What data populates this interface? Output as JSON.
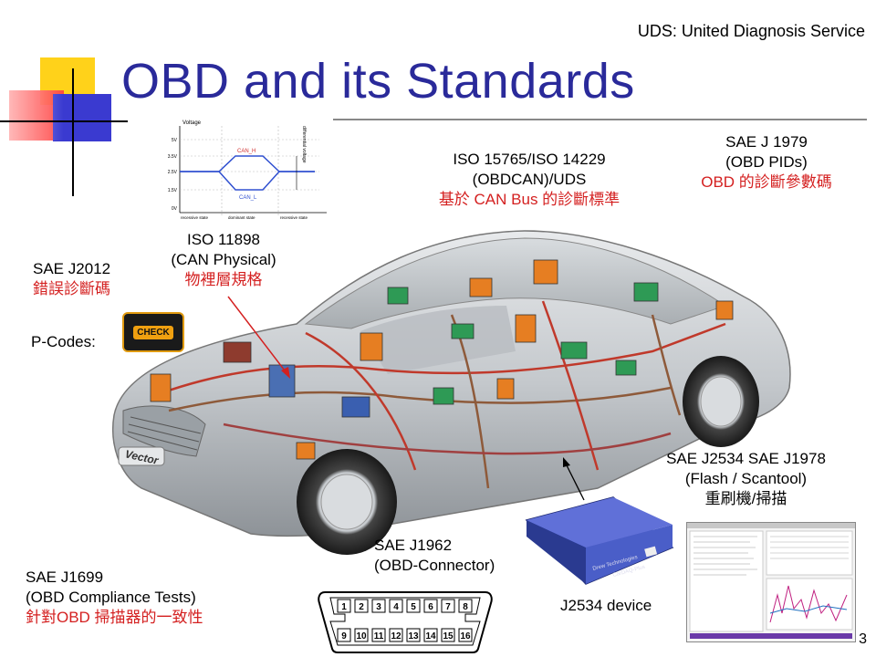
{
  "header": {
    "uds_note": "UDS: United Diagnosis Service",
    "title": "OBD and its Standards",
    "page_number": "3"
  },
  "waveform": {
    "y_title": "Voltage",
    "side_title": "differential voltage",
    "ticks": [
      "5V",
      "3.5V",
      "2.5V",
      "1.5V",
      "0V"
    ],
    "can_h": "CAN_H",
    "can_l": "CAN_L",
    "states": [
      "recessive state",
      "dominant state",
      "recessive state"
    ]
  },
  "labels": {
    "iso11898": {
      "l1": "ISO 11898",
      "l2": "(CAN Physical)",
      "l3": "物裡層規格"
    },
    "sae_j2012": {
      "l1": "SAE J2012",
      "l2": "錯誤診斷碼"
    },
    "pcodes": {
      "l1": "P-Codes:",
      "check": "CHECK"
    },
    "iso15765": {
      "l1": "ISO 15765/ISO 14229",
      "l2": "(OBDCAN)/UDS",
      "l3": "基於 CAN Bus 的診斷標準"
    },
    "sae_j1979": {
      "l1": "SAE J 1979",
      "l2": "(OBD PIDs)",
      "l3": "OBD 的診斷參數碼"
    },
    "sae_j2534": {
      "l1": "SAE J2534 SAE J1978",
      "l2": "(Flash / Scantool)",
      "l3": "重刷機/掃描"
    },
    "sae_j1962": {
      "l1": "SAE J1962",
      "l2": "(OBD-Connector)"
    },
    "sae_j1699": {
      "l1": "SAE J1699",
      "l2": "(OBD Compliance Tests)",
      "l3": "針對OBD 掃描器的一致性"
    },
    "j2534_device": {
      "l1": "J2534 device",
      "brand": "Drew Technologies",
      "model": "CarDAQ-Plus"
    }
  },
  "car": {
    "badge": "Vector"
  },
  "connector": {
    "pins_top": [
      "1",
      "2",
      "3",
      "4",
      "5",
      "6",
      "7",
      "8"
    ],
    "pins_bottom": [
      "9",
      "10",
      "11",
      "12",
      "13",
      "14",
      "15",
      "16"
    ]
  },
  "colors": {
    "title": "#2a2a9a",
    "red_text": "#d42020",
    "can_line": "#3050d0",
    "can_label": "#d03030"
  }
}
